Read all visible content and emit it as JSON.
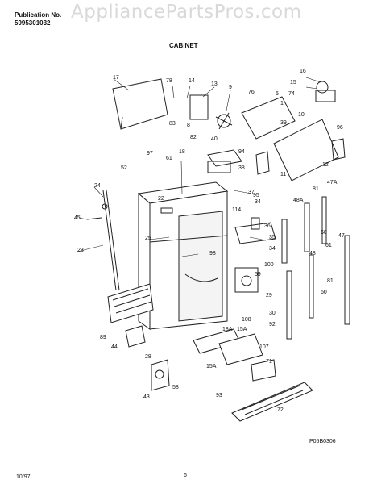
{
  "header": {
    "publication_label": "Publication No.",
    "publication_number": "5995301032",
    "watermark": "AppliancePartsPros.com",
    "section_title": "CABINET"
  },
  "footer": {
    "date": "10/97",
    "page": "6",
    "diagram_code": "P05B0306"
  },
  "callouts": [
    "17",
    "78",
    "14",
    "13",
    "9",
    "76",
    "5",
    "16",
    "15",
    "74",
    "83",
    "8",
    "1",
    "10",
    "39",
    "96",
    "82",
    "40",
    "97",
    "61",
    "18",
    "94",
    "12",
    "52",
    "38",
    "11",
    "24",
    "22",
    "37",
    "95",
    "81",
    "47A",
    "114",
    "34",
    "48A",
    "45",
    "36",
    "47",
    "25",
    "35",
    "60",
    "23",
    "34",
    "98",
    "100",
    "59",
    "48",
    "61",
    "81",
    "29",
    "60",
    "89",
    "30",
    "92",
    "108",
    "18A",
    "15A",
    "107",
    "44",
    "28",
    "15A",
    "71",
    "43",
    "58",
    "93",
    "72"
  ]
}
